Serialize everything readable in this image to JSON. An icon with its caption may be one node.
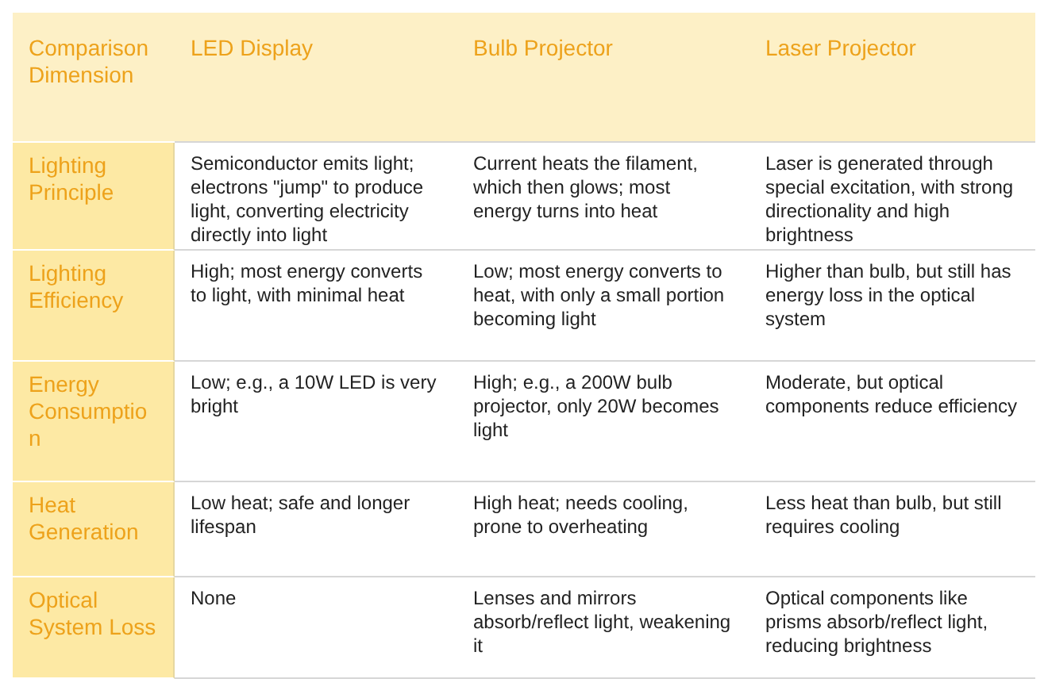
{
  "diagram": {
    "labels": [
      "Comparison Dimension",
      "LED Display",
      "Bulb Projector",
      "Laser Projector",
      "Lighting Principle",
      "Semiconductor emits light; electrons \"jump\" to produce light, converting electricity directly into light",
      "Current heats the filament, which then glows; most energy turns into heat",
      "Laser is generated through special excitation, with strong directionality and high brightness",
      "Lighting Efficiency",
      "High; most energy converts to light, with minimal heat",
      "Low; most energy converts to heat, with only a small portion becoming light",
      "Higher than bulb, but still has energy loss in the optical system",
      "Energy Consumption",
      "Low; e.g., a 10W LED is very bright",
      "High; e.g., a 200W bulb projector, only 20W becomes light",
      "Moderate, but optical components reduce efficiency",
      "Heat Generation",
      "Low heat; safe and longer lifespan",
      "High heat; needs cooling, prone to overheating",
      "Less heat than bulb, but still requires cooling",
      "Optical System Loss",
      "None",
      "Lenses and mirrors absorb/reflect light, weakening it",
      "Optical components like prisms absorb/reflect light, reducing brightness"
    ]
  }
}
